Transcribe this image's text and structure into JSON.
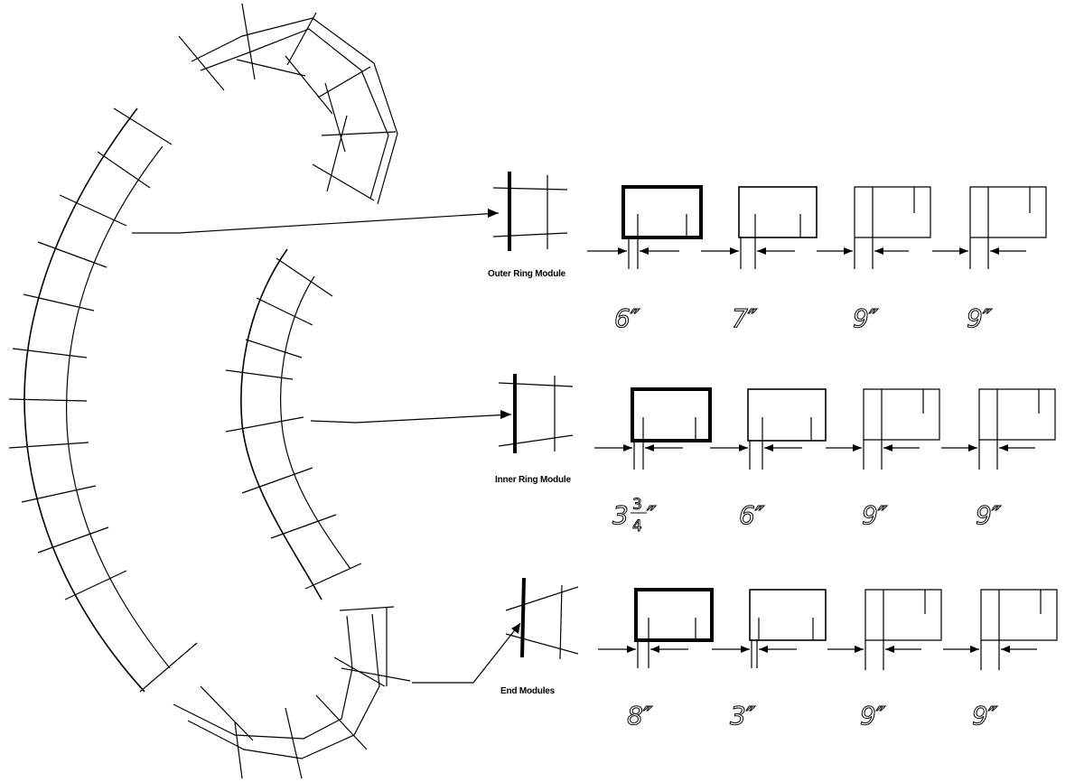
{
  "modules": [
    {
      "id": "outer",
      "label": "Outer Ring Module",
      "dimensions": [
        "6″",
        "7″",
        "9″",
        "9″"
      ]
    },
    {
      "id": "inner",
      "label": "Inner Ring Module",
      "dimensions": [
        "3",
        "6″",
        "9″",
        "9″"
      ],
      "first_fraction": {
        "numerator": "3",
        "denominator": "4",
        "suffix": "″"
      }
    },
    {
      "id": "end",
      "label": "End Modules",
      "dimensions": [
        "8″",
        "3″",
        "9″",
        "9″"
      ]
    }
  ]
}
